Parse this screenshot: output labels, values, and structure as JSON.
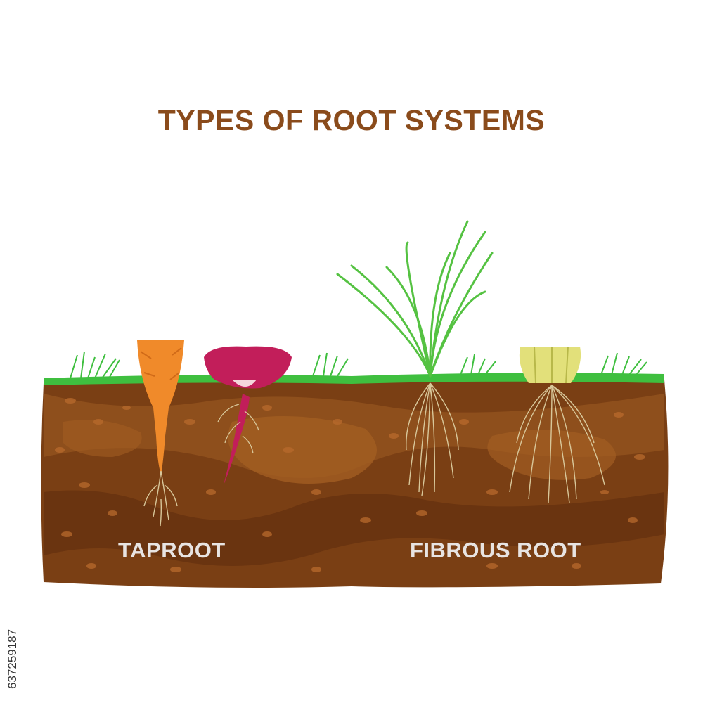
{
  "title": "TYPES OF ROOT SYSTEMS",
  "labels": {
    "taproot": "TAPROOT",
    "fibrous": "FIBROUS ROOT"
  },
  "stock_id": "637259187",
  "colors": {
    "title": "#8a4b1b",
    "soil_base": "#7a3f14",
    "soil_mid": "#8e4f1c",
    "soil_dark": "#6a3410",
    "soil_light": "#a25e22",
    "grass": "#3fbf3f",
    "carrot": "#f08a2a",
    "radish": "#c21e5a",
    "root": "#d8c79a",
    "label": "#e8e4e2"
  },
  "plants": [
    "carrot",
    "radish",
    "grass-onion",
    "onion"
  ]
}
